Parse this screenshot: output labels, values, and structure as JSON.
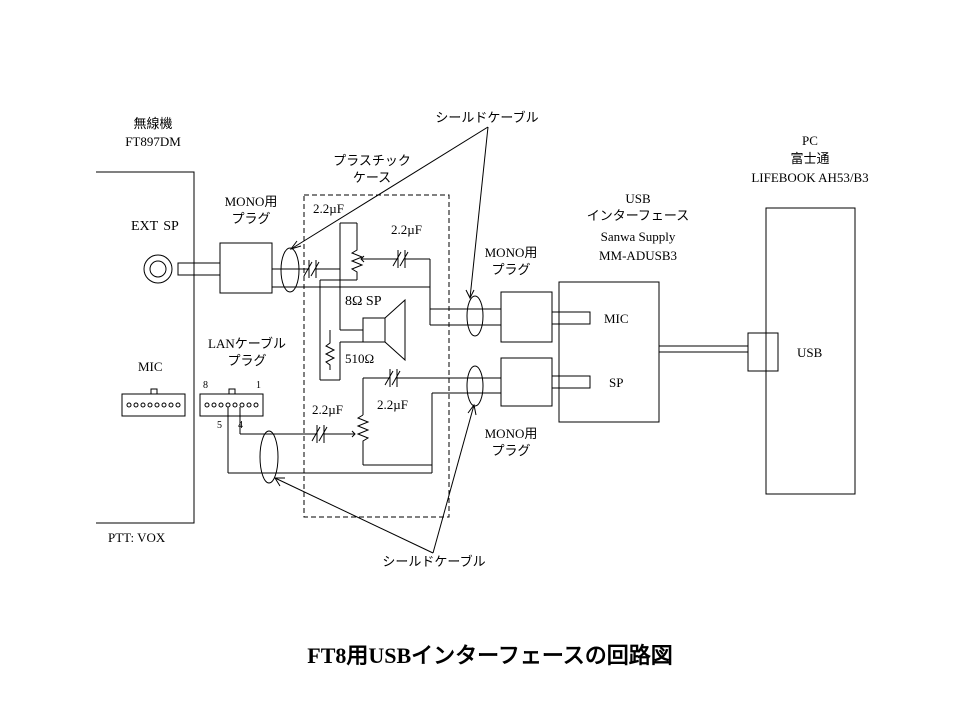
{
  "radio": {
    "name": "無線機",
    "model": "FT897DM",
    "ext_sp_label": "EXT",
    "ext_sp_suffix": "SP",
    "mic_label": "MIC",
    "ptt_label": "PTT: VOX"
  },
  "mono_plug_radio": {
    "line1": "MONO用",
    "line2": "プラグ"
  },
  "lan_plug": {
    "line1": "LANケーブル",
    "line2": "プラグ",
    "pin8": "8",
    "pin1": "1",
    "pin5": "5",
    "pin4": "4"
  },
  "plastic_case": {
    "line1": "プラスチック",
    "line2": "ケース"
  },
  "components": {
    "cap_top_left": "2.2µF",
    "cap_top_right": "2.2µF",
    "speaker": "8Ω SP",
    "resistor": "510Ω",
    "cap_bottom_left": "2.2µF",
    "cap_bottom_right": "2.2µF"
  },
  "shield_cable_top": "シールドケーブル",
  "shield_cable_bottom": "シールドケーブル",
  "mono_plug_mic": {
    "line1": "MONO用",
    "line2": "プラグ"
  },
  "mono_plug_sp": {
    "line1": "MONO用",
    "line2": "プラグ"
  },
  "usb_interface": {
    "line1": "USB",
    "line2": "インターフェース",
    "line3": "Sanwa Supply",
    "line4": "MM-ADUSB3",
    "mic_port": "MIC",
    "sp_port": "SP"
  },
  "pc": {
    "line1": "PC",
    "line2": "富士通",
    "line3": "LIFEBOOK AH53/B3",
    "usb_port": "USB"
  },
  "title": "FT8用USBインターフェースの回路図"
}
